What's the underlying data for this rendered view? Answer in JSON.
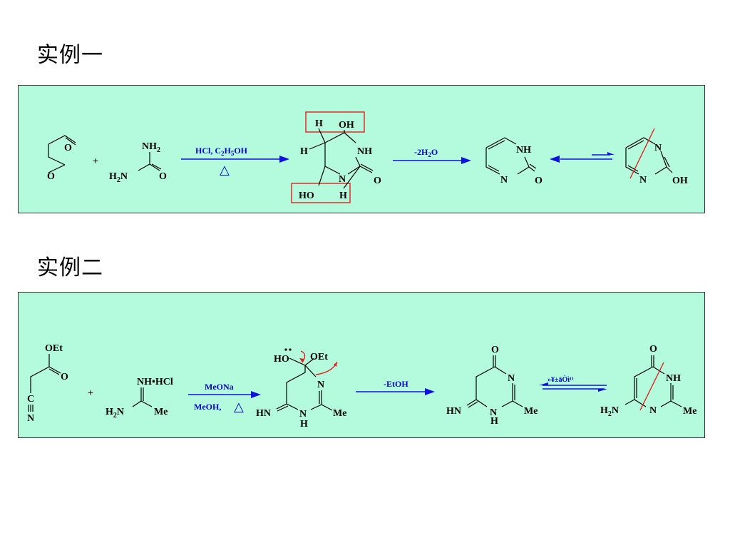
{
  "titles": {
    "example1": "实例一",
    "example2": "实例二"
  },
  "scheme1": {
    "reactant_dialdehyde": {
      "o1": "O",
      "o2": "O"
    },
    "plus": "+",
    "urea": {
      "nh2_top": "NH",
      "h2n": "H",
      "o": "O"
    },
    "arrow1": {
      "reagent": "HCl, C",
      "reagent_tail": "H",
      "reagent_end": "OH",
      "heat": "△"
    },
    "intermediate": {
      "h_top": "H",
      "oh_top": "OH",
      "h_left": "H",
      "nh": "NH",
      "n": "N",
      "o": "O",
      "ho": "HO",
      "h_bottom": "H"
    },
    "arrow2": {
      "label": "-2H",
      "label_end": "O"
    },
    "product": {
      "nh": "NH",
      "n": "N",
      "o": "O"
    },
    "tautomer": {
      "n_top": "N",
      "n_bottom": "N",
      "oh": "OH"
    }
  },
  "scheme2": {
    "ester": {
      "oet": "OEt",
      "o": "O",
      "c": "C",
      "n": "N"
    },
    "plus": "+",
    "amidine": {
      "nh_hcl": "NH•HCl",
      "h2n": "H",
      "me": "Me"
    },
    "arrow1": {
      "top": "MeONa",
      "bottom": "MeOH,",
      "heat": "△"
    },
    "intermediate": {
      "ho": "HO",
      "oet": "OEt",
      "n": "N",
      "hn": "HN",
      "nh_n": "N",
      "nh_h": "H",
      "me": "Me"
    },
    "arrow2": {
      "label": "-EtOH"
    },
    "product": {
      "o": "O",
      "n": "N",
      "hn": "HN",
      "nh_n": "N",
      "nh_h": "H",
      "me": "Me"
    },
    "equilibrium_label": "»¥±äÒì¹¹",
    "tautomer": {
      "o": "O",
      "nh": "NH",
      "h2n": "H",
      "n": "N",
      "me": "Me"
    }
  }
}
